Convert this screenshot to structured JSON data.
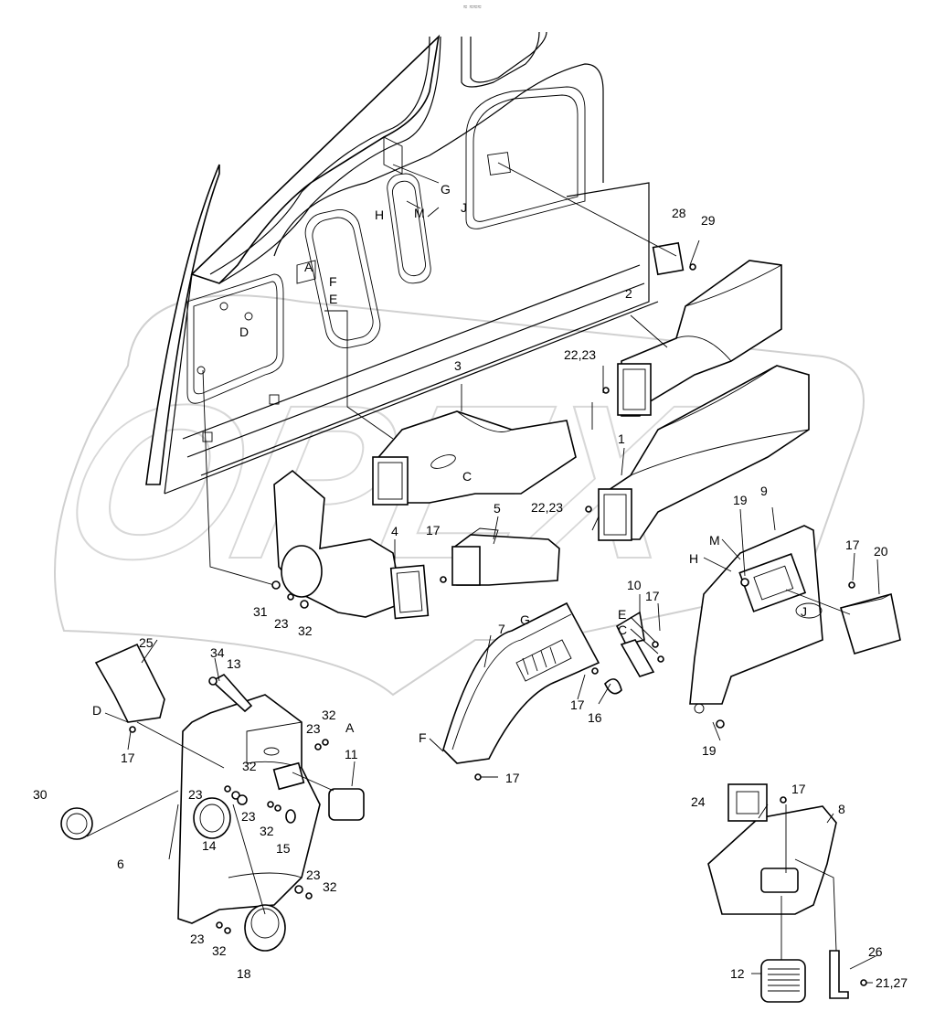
{
  "diagram": {
    "header_mark": "≈ ≈≈≈",
    "watermark_text": "OPEX",
    "labels": {
      "l1": "1",
      "l2": "2",
      "l3": "3",
      "l4": "4",
      "l5": "5",
      "l6": "6",
      "l7": "7",
      "l8": "8",
      "l9": "9",
      "l10": "10",
      "l11": "11",
      "l12": "12",
      "l13": "13",
      "l14": "14",
      "l15": "15",
      "l16": "16",
      "l17a": "17",
      "l17b": "17",
      "l17c": "17",
      "l17d": "17",
      "l17e": "17",
      "l17f": "17",
      "l17g": "17",
      "l18": "18",
      "l19a": "19",
      "l19b": "19",
      "l20": "20",
      "l21_27": "21,27",
      "l22_23a": "22,23",
      "l22_23b": "22,23",
      "l23a": "23",
      "l23b": "23",
      "l23c": "23",
      "l23d": "23",
      "l23e": "23",
      "l23f": "23",
      "l24": "24",
      "l25": "25",
      "l26": "26",
      "l28": "28",
      "l29": "29",
      "l30": "30",
      "l31": "31",
      "l32a": "32",
      "l32b": "32",
      "l32c": "32",
      "l32d": "32",
      "l32e": "32",
      "l32f": "32",
      "l34": "34",
      "A1": "A",
      "A2": "A",
      "C1": "C",
      "C2": "C",
      "D1": "D",
      "D2": "D",
      "E1": "E",
      "E2": "E",
      "F1": "F",
      "F2": "F",
      "G1": "G",
      "G2": "G",
      "H1": "H",
      "H2": "H",
      "J1": "J",
      "J2": "J",
      "M1": "M",
      "M2": "M"
    }
  }
}
